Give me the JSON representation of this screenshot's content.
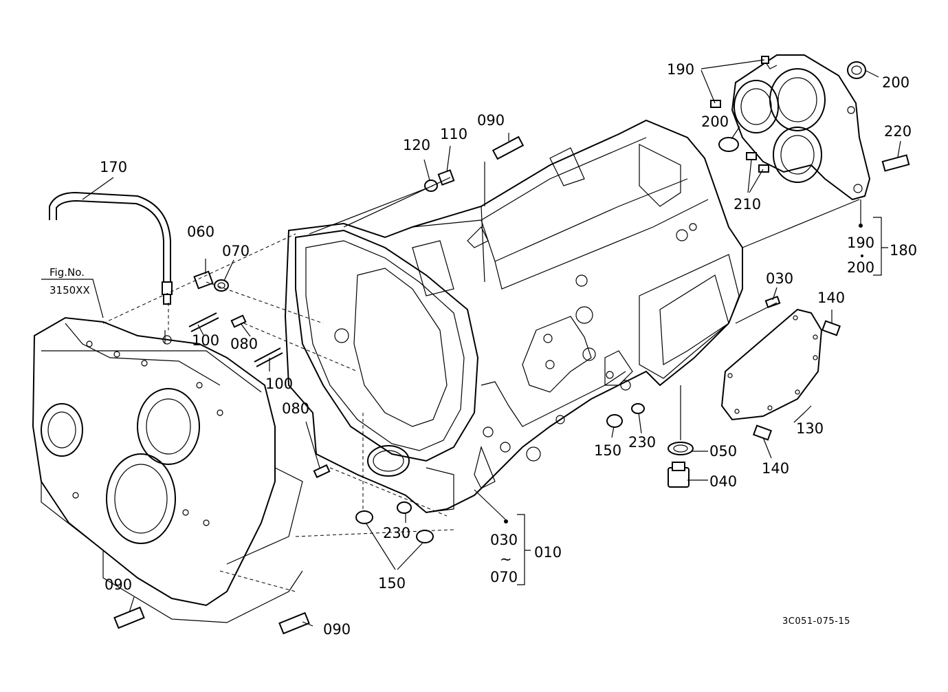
{
  "figure": {
    "code": "3C051-075-15",
    "fig_ref_label": "Fig.No.",
    "fig_ref_value": "3150XX"
  },
  "labels": {
    "p170": "170",
    "p060": "060",
    "p070": "070",
    "p100a": "100",
    "p080a": "080",
    "p100b": "100",
    "p080b": "080",
    "p120": "120",
    "p110": "110",
    "p090top": "090",
    "p090left": "090",
    "p090bottom": "090",
    "p150a": "150",
    "p230a": "230",
    "p150b": "150",
    "p230b": "230",
    "p050": "050",
    "p040": "040",
    "p030a": "030",
    "p130": "130",
    "p140a": "140",
    "p140b": "140",
    "p190a": "190",
    "p200a": "200",
    "p200b": "200",
    "p220": "220",
    "p210": "210",
    "p190b": "190",
    "p200c": "200",
    "p180": "180",
    "p030b": "030",
    "tilde": "~",
    "p070b": "070",
    "p010": "010"
  }
}
